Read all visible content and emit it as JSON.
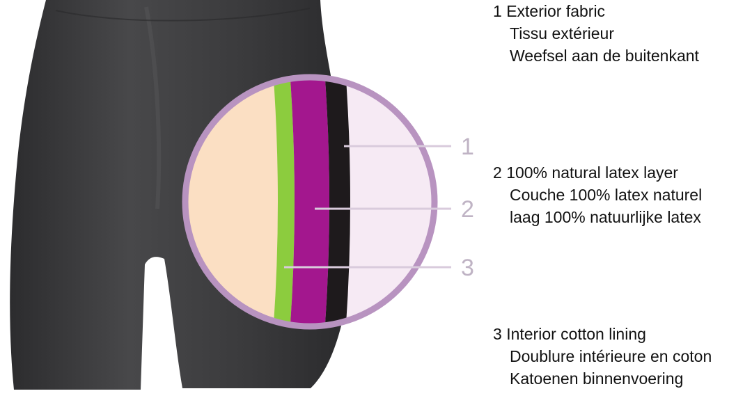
{
  "colors": {
    "shorts": "#3a3a3c",
    "skin": "#fbdfc3",
    "cotton_layer": "#8ccc3e",
    "latex_layer": "#a3178e",
    "fabric_layer": "#1e1a1c",
    "outside_area": "#f6eaf4",
    "lens_ring": "#b893c0",
    "callout_lines": "#d9cbdc"
  },
  "callouts": [
    "1",
    "2",
    "3"
  ],
  "legend": [
    {
      "number": "1",
      "english": "Exterior fabric",
      "french": "Tissu extérieur",
      "dutch": "Weefsel aan de buitenkant"
    },
    {
      "number": "2",
      "english": "100% natural latex layer",
      "french": "Couche 100% latex naturel",
      "dutch": "laag 100% natuurlijke latex"
    },
    {
      "number": "3",
      "english": "Interior cotton lining",
      "french": "Doublure intérieure en coton",
      "dutch": "Katoenen binnenvoering"
    }
  ]
}
